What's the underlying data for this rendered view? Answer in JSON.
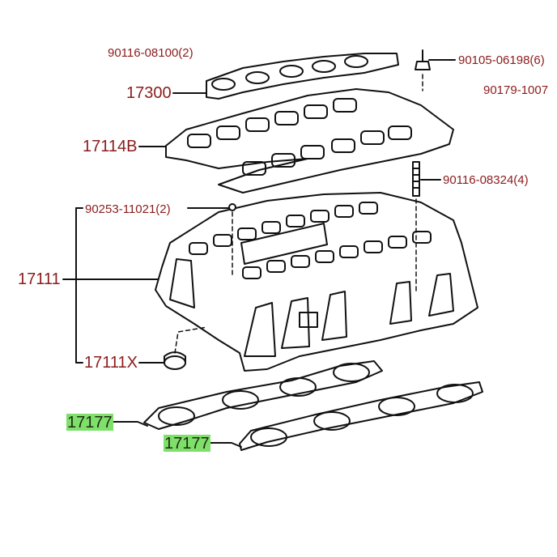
{
  "callouts": {
    "top_partial": "90116-08100(2)",
    "bolt_right": "90105-06198(6)",
    "right_partial": "90179-1007",
    "plenum_gasket": "17300",
    "gasket_upper": "17114B",
    "stud": "90116-08324(4)",
    "plug": "90253-11021(2)",
    "manifold": "17111",
    "cap": "17111X",
    "gasket_lower_1": "17177",
    "gasket_lower_2": "17177"
  },
  "colors": {
    "label_text": "#8b1c1c",
    "highlight": "#7ee06a",
    "line_art": "#111111"
  }
}
